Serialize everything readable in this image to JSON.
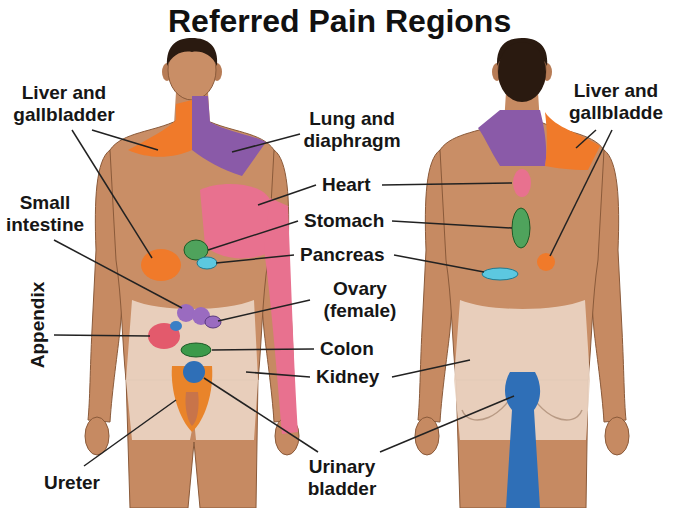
{
  "diagram": {
    "title": "Referred Pain Regions",
    "labels": [
      "Liver and gallbladder",
      "Lung and diaphragm",
      "Liver and gallbladde",
      "Small intestine",
      "Heart",
      "Stomach",
      "Pancreas",
      "Ovary (female)",
      "Appendix",
      "Colon",
      "Kidney",
      "Ureter",
      "Urinary bladder"
    ]
  }
}
